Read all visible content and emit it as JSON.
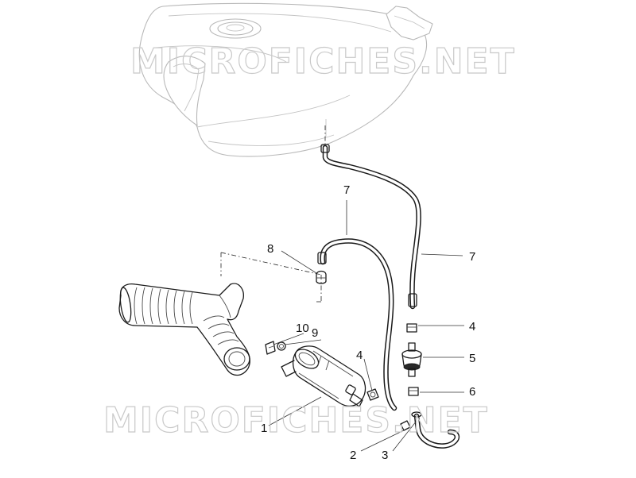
{
  "watermark": {
    "top": "MICROFICHES.NET",
    "bottom": "MICROFICHES.NET"
  },
  "callouts": {
    "c1": "1",
    "c2": "2",
    "c3": "3",
    "c4a": "4",
    "c4b": "4",
    "c5": "5",
    "c6": "6",
    "c7a": "7",
    "c7b": "7",
    "c8": "8",
    "c9": "9",
    "c10": "10"
  }
}
